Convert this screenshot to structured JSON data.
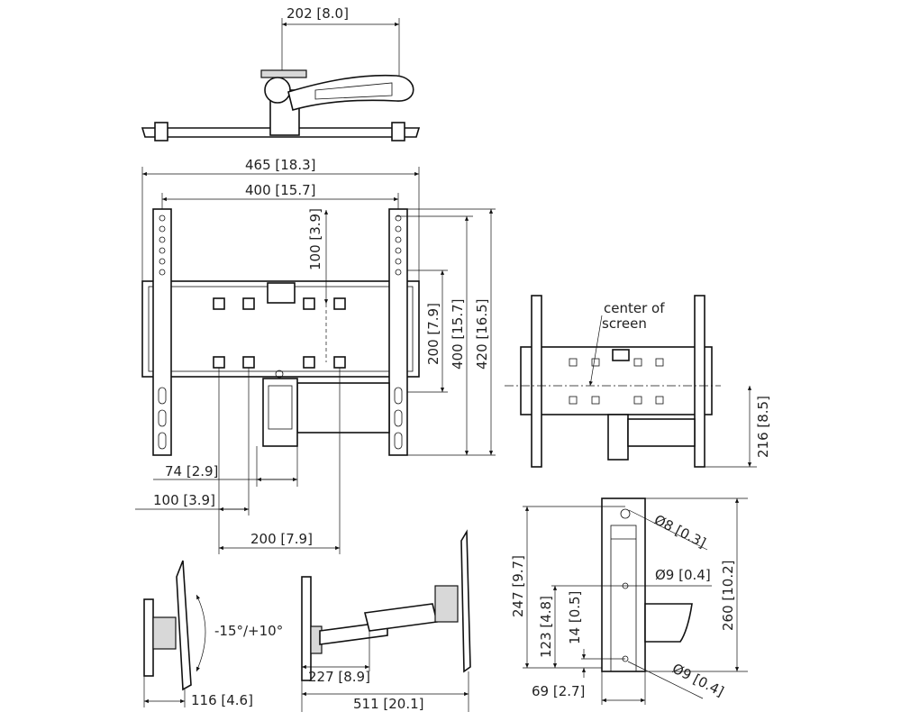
{
  "dimensions": {
    "top_width": "202 [8.0]",
    "overall_width": "465 [18.3]",
    "rail_spacing": "400 [15.7]",
    "hole_offset_top": "100 [3.9]",
    "hole_vertical_200": "200 [7.9]",
    "height_400": "400 [15.7]",
    "height_420": "420 [16.5]",
    "carriage_74": "74 [2.9]",
    "hole_horizontal_100": "100 [3.9]",
    "hole_horizontal_200": "200 [7.9]",
    "center_offset_216": "216 [8.5]",
    "keyhole_dia": "Ø8 [0.3]",
    "hole_dia_mid": "Ø9 [0.4]",
    "hole_dia_bottom": "Ø9 [0.4]",
    "wall_plate_247": "247 [9.7]",
    "wall_plate_260": "260 [10.2]",
    "wall_plate_123": "123 [4.8]",
    "wall_plate_14": "14 [0.5]",
    "wall_plate_width_69": "69 [2.7]",
    "tilt_range": "-15°/+10°",
    "min_depth_116": "116 [4.6]",
    "arm_227": "227 [8.9]",
    "max_depth_511": "511 [20.1]"
  },
  "labels": {
    "center_line1": "center of",
    "center_line2": "screen"
  }
}
